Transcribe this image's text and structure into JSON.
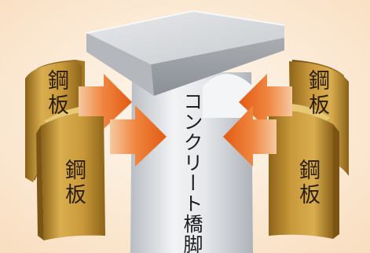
{
  "labels": {
    "plate_back_left": "鋼板",
    "plate_front_left": "鋼板",
    "plate_back_right": "鋼板",
    "plate_front_right": "鋼板",
    "pier": "コンクリート橋脚"
  },
  "colors": {
    "background": "#fbe7cf",
    "steel_plate": "#c49634",
    "arrow": "#e8651c",
    "concrete": "#d9dcdf"
  }
}
